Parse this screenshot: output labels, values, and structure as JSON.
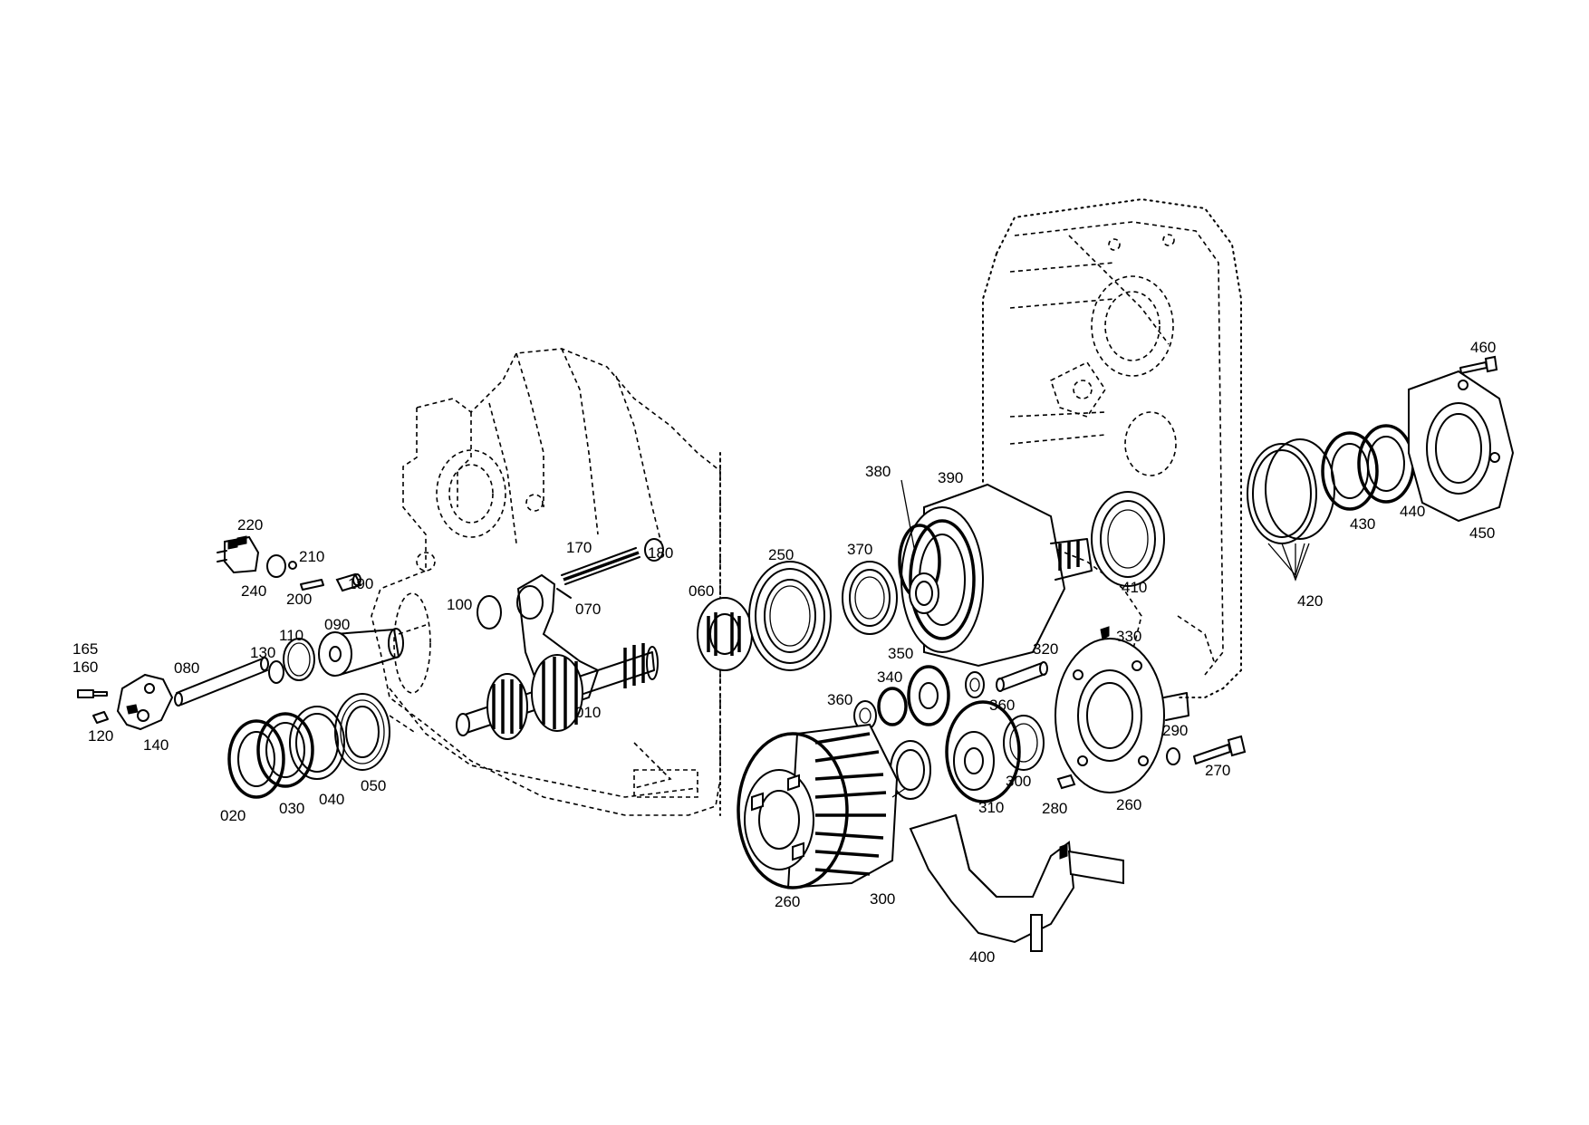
{
  "callouts": [
    {
      "id": "c165",
      "text": "165"
    },
    {
      "id": "c160",
      "text": "160"
    },
    {
      "id": "c120",
      "text": "120"
    },
    {
      "id": "c140",
      "text": "140"
    },
    {
      "id": "c080",
      "text": "080"
    },
    {
      "id": "c130",
      "text": "130"
    },
    {
      "id": "c110",
      "text": "110"
    },
    {
      "id": "c090",
      "text": "090"
    },
    {
      "id": "c020",
      "text": "020"
    },
    {
      "id": "c030",
      "text": "030"
    },
    {
      "id": "c040",
      "text": "040"
    },
    {
      "id": "c050",
      "text": "050"
    },
    {
      "id": "c220",
      "text": "220"
    },
    {
      "id": "c210",
      "text": "210"
    },
    {
      "id": "c240",
      "text": "240"
    },
    {
      "id": "c200",
      "text": "200"
    },
    {
      "id": "c190",
      "text": "190"
    },
    {
      "id": "c100",
      "text": "100"
    },
    {
      "id": "c170",
      "text": "170"
    },
    {
      "id": "c180",
      "text": "180"
    },
    {
      "id": "c070",
      "text": "070"
    },
    {
      "id": "c060",
      "text": "060"
    },
    {
      "id": "c010",
      "text": "010"
    },
    {
      "id": "c250",
      "text": "250"
    },
    {
      "id": "c380",
      "text": "380"
    },
    {
      "id": "c390",
      "text": "390"
    },
    {
      "id": "c370",
      "text": "370"
    },
    {
      "id": "c350",
      "text": "350"
    },
    {
      "id": "c340",
      "text": "340"
    },
    {
      "id": "c360a",
      "text": "360"
    },
    {
      "id": "c360b",
      "text": "360"
    },
    {
      "id": "c320",
      "text": "320"
    },
    {
      "id": "c330",
      "text": "330"
    },
    {
      "id": "c410",
      "text": "410"
    },
    {
      "id": "c420",
      "text": "420"
    },
    {
      "id": "c430",
      "text": "430"
    },
    {
      "id": "c440",
      "text": "440"
    },
    {
      "id": "c450",
      "text": "450"
    },
    {
      "id": "c460",
      "text": "460"
    },
    {
      "id": "c290",
      "text": "290"
    },
    {
      "id": "c270",
      "text": "270"
    },
    {
      "id": "c300a",
      "text": "300"
    },
    {
      "id": "c310",
      "text": "310"
    },
    {
      "id": "c280",
      "text": "280"
    },
    {
      "id": "c260a",
      "text": "260"
    },
    {
      "id": "c260b",
      "text": "260"
    },
    {
      "id": "c300b",
      "text": "300"
    },
    {
      "id": "c400",
      "text": "400"
    }
  ]
}
